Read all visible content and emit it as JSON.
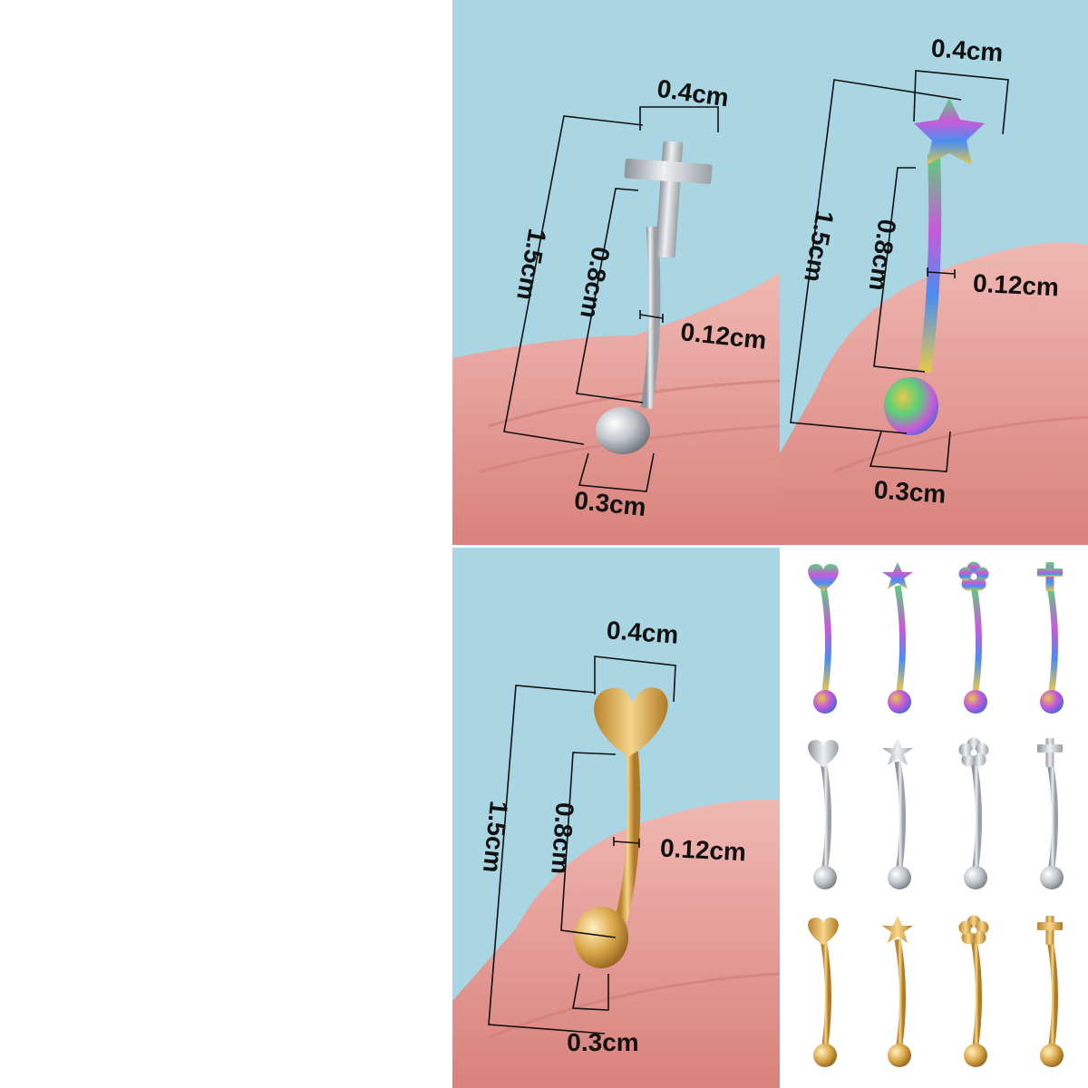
{
  "colors": {
    "background": "#ffffff",
    "backdrop_blue": "#a9d6e2",
    "skin": "#e8a4a0",
    "silver": "#c9cdd2",
    "gold": "#d9a94a",
    "rainbow_a": "#5ad07a",
    "rainbow_b": "#c85ad8",
    "rainbow_c": "#e6c84a"
  },
  "panels": {
    "silver_cross": {
      "product": "silver cross curved barbell",
      "top_width": "0.4cm",
      "total_length": "1.5cm",
      "bar_length": "0.8cm",
      "bar_thickness": "0.12cm",
      "ball_size": "0.3cm"
    },
    "rainbow_star": {
      "product": "rainbow star curved barbell",
      "top_width": "0.4cm",
      "total_length": "1.5cm",
      "bar_length": "0.8cm",
      "bar_thickness": "0.12cm",
      "ball_size": "0.3cm"
    },
    "gold_heart": {
      "product": "gold heart curved barbell",
      "top_width": "0.4cm",
      "total_length": "1.5cm",
      "bar_length": "0.8cm",
      "bar_thickness": "0.12cm",
      "ball_size": "0.3cm"
    }
  },
  "grid": {
    "rows": [
      {
        "finish": "rainbow",
        "tops": [
          "heart-icon",
          "star-icon",
          "flower-icon",
          "cross-icon"
        ]
      },
      {
        "finish": "silver",
        "tops": [
          "heart-icon",
          "star-icon",
          "flower-icon",
          "cross-icon"
        ]
      },
      {
        "finish": "gold",
        "tops": [
          "heart-icon",
          "star-icon",
          "flower-icon",
          "cross-icon"
        ]
      }
    ]
  }
}
